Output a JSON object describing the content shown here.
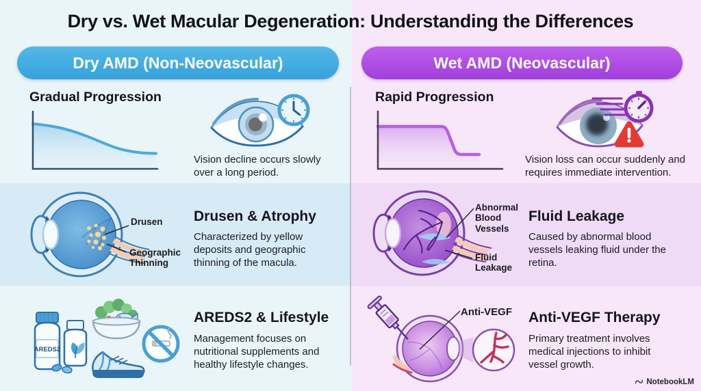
{
  "title": "Dry vs. Wet Macular Degeneration: Understanding the Differences",
  "watermark": "NotebookLM",
  "dry": {
    "header": "Dry AMD (Non-Neovascular)",
    "progression": {
      "heading": "Gradual Progression",
      "caption": "Vision decline occurs slowly over a long period."
    },
    "pathology": {
      "heading": "Drusen & Atrophy",
      "body": "Characterized by yellow deposits and geographic thinning of the macula.",
      "label_drusen": "Drusen",
      "label_thinning": "Geographic Thinning"
    },
    "treatment": {
      "heading": "AREDS2 & Lifestyle",
      "body": "Management focuses on nutritional supplements and healthy lifestyle changes.",
      "bottle_label": "AREDS2"
    }
  },
  "wet": {
    "header": "Wet AMD (Neovascular)",
    "progression": {
      "heading": "Rapid Progression",
      "caption": "Vision loss can occur suddenly and requires immediate intervention."
    },
    "pathology": {
      "heading": "Fluid Leakage",
      "body": "Caused by abnormal blood vessels leaking fluid under the retina.",
      "label_vessels": "Abnormal Blood Vessels",
      "label_fluid": "Fluid Leakage"
    },
    "treatment": {
      "heading": "Anti-VEGF Therapy",
      "body": "Primary treatment involves medical injections to inhibit vessel growth.",
      "label_antivegf": "Anti-VEGF"
    }
  },
  "chart_data": [
    {
      "type": "area",
      "title": "Dry AMD vision over time",
      "trend": "gradual decline",
      "x": [
        0,
        20,
        45,
        70,
        100
      ],
      "y": [
        80,
        76,
        60,
        44,
        40
      ],
      "color": "#4FA8DC",
      "axes_labeled": false
    },
    {
      "type": "area",
      "title": "Wet AMD vision over time",
      "trend": "sudden drop",
      "x": [
        0,
        52,
        63,
        82
      ],
      "y": [
        76,
        76,
        24,
        24
      ],
      "color": "#B55FE6",
      "axes_labeled": false
    }
  ],
  "colors": {
    "dry_accent": "#3FA9DE",
    "wet_accent": "#AC4BE0",
    "dry_line": "#4FA8DC",
    "wet_line": "#B55FE6",
    "dry_bg": "#EAF5F9",
    "dry_band": "#D7EBF6",
    "wet_bg": "#F8E7F8",
    "wet_band": "#EFDBF5",
    "warning_red": "#E53935",
    "drusen_yellow": "#EFD7A9",
    "text_dark": "#14141C"
  }
}
